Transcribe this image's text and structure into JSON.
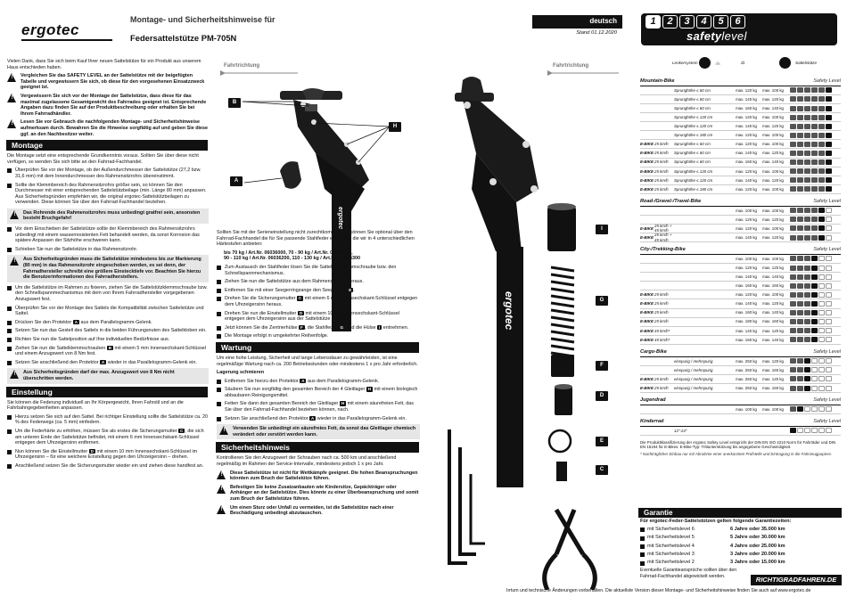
{
  "header": {
    "logo": "ergotec",
    "title": "Montage- und Sicherheitshinweise für",
    "subtitle": "Federsattelstütze PM-705N",
    "language": "deutsch",
    "date": "Stand 01.12.2020",
    "safety_numbers": [
      "1",
      "2",
      "3",
      "4",
      "5",
      "6"
    ],
    "safety_word1": "safety",
    "safety_word2": "level"
  },
  "intro": "Vielen Dank, dass Sie sich beim Kauf Ihrer neuen Sattelstütze für ein Produkt aus unserem Haus entschieden haben.",
  "intro_warnings": [
    "Vergleichen Sie das SAFETY LEVEL an der Sattelstütze mit der beigefügten Tabelle und vergewissern Sie sich, ob diese für den vorgesehenen Einsatzzweck geeignet ist.",
    "Vergewissern Sie sich vor der Montage der Sattelstütze, dass diese für das maximal zugelassene Gesamtgewicht des Fahrrades geeignet ist. Entsprechende Angaben dazu finden Sie auf der Produktbeschreibung oder erhalten Sie bei Ihrem Fahrradhändler.",
    "Lesen Sie vor Gebrauch die nachfolgenden Montage- und Sicherheitshinweise aufmerksam durch. Bewahren Sie die Hinweise sorgfältig auf und geben Sie diese ggf. an den Nachbesitzer weiter."
  ],
  "montage": {
    "heading": "Montage",
    "intro": "Die Montage setzt eine entsprechende Grundkenntnis voraus. Sollten Sie über diese nicht verfügen, so wenden Sie sich bitte an den Fahrrad-Fachhandel.",
    "bullets1": [
      "Überprüfen Sie vor der Montage, ob der Außendurchmesser der Sattelstütze (27,2 bzw. 31,6 mm) mit dem Innendurchmesser des Rahmensitzrohrs übereinstimmt.",
      "Sollte der Klemmbereich des Rahmensitzrohrs größer sein, so können Sie den Durchmesser mit einer entsprechenden Sattelstützbeilage (min. Länge 80 mm) anpassen. Aus Sicherheitsgründen empfehlen wir, die original ergotec-Sattelstützbeilagen zu verwenden. Diese können Sie über den Fahrrad-Fachhandel beziehen."
    ],
    "warn1": "Das Rohrende des Rahmensitzrohrs muss unbedingt gratfrei sein, ansonsten besteht Bruchgefahr!",
    "bullets2": [
      "Vor dem Einschieben der Sattelstütze sollte der Klemmbereich des Rahmensitzrohrs unbedingt mit einem wasserresistenten Fett behandelt werden, da sonst Korrosion das spätere Anpassen der Sitzhöhe erschweren kann.",
      "Schieben Sie nun die Sattelstütze in das Rahmensitzrohr."
    ],
    "warn2": "Aus Sicherheitsgründen muss die Sattelstütze mindestens bis zur Markierung (80 mm) in das Rahmensitzrohr eingeschoben werden, es sei denn, der Fahrradhersteller schreibt eine größere Einstecktiefe vor. Beachten Sie hierzu die Benutzerinformationen des Fahrradherstellers.",
    "bullets3": [
      "Um die Sattelstütze im Rahmen zu fixieren, ziehen Sie die Sattelstützklemmschraube bzw. den Schnellspannmechanismus mit dem von Ihrem Fahrradhersteller vorgegebenen Anzugswert fest.",
      "Überprüfen Sie vor der Montage des Sattels die Kompatibilität zwischen Sattelstütze und Sattel.",
      "Drücken Sie den Protektor A aus dem Parallelogramm-Gelenk.",
      "Setzen Sie nun das Gestell des Sattels in die beiden Führungsnuten des Sattelkloben ein.",
      "Richten Sie nun die Sattelposition auf Ihre individuellen Bedürfnisse aus.",
      "Ziehen Sie nun die Sattelklemmschrauben B mit einem 5 mm Innensechskant-Schlüssel und einem Anzugswert von 8 Nm fest.",
      "Setzen Sie anschließend den Protektor A wieder in das Parallelogramm-Gelenk ein."
    ],
    "warn3": "Aus Sicherheitsgründen darf der max. Anzugswert von 8 Nm nicht überschritten werden."
  },
  "einstellung": {
    "heading": "Einstellung",
    "intro": "Sie können die Federung individuell an Ihr Körpergewicht, Ihren Fahrstil und an die Fahrbahngegebenheiten anpassen.",
    "bullets": [
      "Hierzu setzen Sie sich auf den Sattel. Bei richtiger Einstellung sollte die Sattelstütze ca. 20 % des Federwegs (ca. 5 mm) einfedern.",
      "Um die Federhärte zu erhöhen, müssen Sie als erstes die Sicherungsmutter C, die sich am unteren Ende der Sattelstütze befindet, mit einem 6 mm Innensechskant-Schlüssel entgegen dem Uhrzeigersinn entfernen.",
      "Nun können Sie die Einstellmutter D mit einem 10 mm Innensechskant-Schlüssel im Uhrzeigersinn – für eine weichere Einstellung gegen den Uhrzeigersinn – drehen.",
      "Anschließend setzen Sie die Sicherungsmutter wieder ein und ziehen diese handfest an."
    ]
  },
  "middle": {
    "intro": "Sollten Sie mit der Serieneinstellung nicht zurechtkommen, so können Sie optional über den Fahrrad-Fachhandel die für Sie passende Stahlfeder erwerben, die wir in 4 unterschiedlichen Härtestufen anbieten:",
    "springs": [
      "bis 70 kg / Art.Nr. 06036000, 70 - 90 kg / Art.Nr. 06036100,",
      "90 - 110 kg / Art.Nr. 06036200, 110 - 130 kg / Art.Nr. 06036300"
    ],
    "bullets": [
      "Zum Austausch der Stahlfeder lösen Sie die Sattelstützklemmschraube bzw. den Schnellspannmechanismus.",
      "Ziehen Sie nun die Sattelstütze aus dem Rahmensitzrohr heraus.",
      "Entfernen Sie mit einer Seegerringzange den Seegerring E.",
      "Drehen Sie die Sicherungsmutter C mit einem 6 mm Innensechskant-Schlüssel entgegen dem Uhrzeigersinn heraus.",
      "Drehen Sie nun die Einstellmutter D mit einem 10 mm Innensechskant-Schlüssel entgegen dem Uhrzeigersinn aus der Sattelstütze heraus.",
      "Jetzt können Sie die Zentrierhülse F, die Stahlfeder G und die Hülse I entnehmen.",
      "Die Montage erfolgt in umgekehrter Reihenfolge."
    ],
    "wartung_heading": "Wartung",
    "wartung_intro": "Um eine hohe Leistung, Sicherheit und lange Lebensdauer zu gewährleisten, ist eine regelmäßige Wartung nach ca. 200 Betriebsstunden oder mindestens 1 x pro Jahr erforderlich.",
    "lagerung": "Lagerung schmieren",
    "lagerung_bullets": [
      "Entfernen Sie hierzu den Protektor A aus dem Parallelogramm-Gelenk.",
      "Säubern Sie nun sorgfältig den gesamten Bereich der 4 Gleitlager H mit einem biologisch abbaubaren Reinigungsmittel.",
      "Fetten Sie dann den gesamten Bereich der Gleitlager H mit einem säurefreien Fett, das Sie über den Fahrrad-Fachhandel beziehen können, nach.",
      "Setzen Sie anschließend den Protektor A wieder in das Parallelogramm-Gelenk ein."
    ],
    "warn": "Verwenden Sie unbedingt ein säurefreies Fett, da sonst das Gleitlager chemisch verändert oder zerstört werden kann.",
    "sicher_heading": "Sicherheitshinweis",
    "sicher_intro": "Kontrollieren Sie den Anzugswert der Schrauben nach ca. 500 km und anschließend regelmäßig im Rahmen der Service-Intervalle, mindestens jedoch 1 x pro Jahr.",
    "sicher_warns": [
      "Diese Sattelstütze ist nicht für Wettkämpfe geeignet. Die hohen Beanspruchungen könnten zum Bruch der Sattelstütze führen.",
      "Befestigen Sie keine Zusatzanbauten wie Kindersitze, Gepäckträger oder Anhänger an der Sattelstütze. Dies könnte zu einer Überbeanspruchung und somit zum Bruch der Sattelstütze führen.",
      "Um einen Sturz oder Unfall zu vermeiden, ist die Sattelstütze nach einer Beschädigung unbedingt abzutauschen."
    ]
  },
  "diagram": {
    "direction": "Fahrtrichtung",
    "brand_print": "ergotec",
    "labels": [
      "A",
      "B",
      "H",
      "I",
      "G",
      "F",
      "D",
      "E",
      "C"
    ]
  },
  "legend": {
    "left": "Lenkersystem",
    "right": "Sattelstütze"
  },
  "tables": [
    {
      "cat": "Mountain-Bike",
      "sl": "Safety Level",
      "rows": [
        [
          "",
          "",
          "Sprunghöhe ≤ 60 cm",
          "max. 120 kg",
          "max. 100 kg",
          6
        ],
        [
          "",
          "",
          "Sprunghöhe ≤ 60 cm",
          "max. 140 kg",
          "max. 120 kg",
          6
        ],
        [
          "",
          "",
          "Sprunghöhe ≤ 60 cm",
          "max. 160 kg",
          "max. 140 kg",
          6
        ],
        [
          "",
          "",
          "Sprunghöhe ≤ 120 cm",
          "max. 120 kg",
          "max. 100 kg",
          6
        ],
        [
          "",
          "",
          "Sprunghöhe ≤ 120 cm",
          "max. 140 kg",
          "max. 120 kg",
          6
        ],
        [
          "",
          "",
          "Sprunghöhe ≤ 180 cm",
          "max. 120 kg",
          "max. 100 kg",
          6
        ],
        [
          "E-BIKE",
          "25 km/h",
          "Sprunghöhe ≤ 60 cm",
          "max. 120 kg",
          "max. 100 kg",
          6
        ],
        [
          "E-BIKE",
          "25 km/h",
          "Sprunghöhe ≤ 60 cm",
          "max. 140 kg",
          "max. 120 kg",
          6
        ],
        [
          "E-BIKE",
          "25 km/h",
          "Sprunghöhe ≤ 60 cm",
          "max. 160 kg",
          "max. 140 kg",
          6
        ],
        [
          "E-BIKE",
          "25 km/h",
          "Sprunghöhe ≤ 120 cm",
          "max. 120 kg",
          "max. 100 kg",
          6
        ],
        [
          "E-BIKE",
          "25 km/h",
          "Sprunghöhe ≤ 120 cm",
          "max. 140 kg",
          "max. 120 kg",
          6
        ],
        [
          "E-BIKE",
          "25 km/h",
          "Sprunghöhe ≤ 180 cm",
          "max. 120 kg",
          "max. 100 kg",
          6
        ]
      ]
    },
    {
      "cat": "Road-/Gravel-/Travel-Bike",
      "sl": "Safety Level",
      "rows": [
        [
          "",
          "",
          "",
          "max. 100 kg",
          "max. 100 kg",
          5
        ],
        [
          "",
          "",
          "",
          "max. 120 kg",
          "max. 120 kg",
          5
        ],
        [
          "E-BIKE",
          "25 km/h + 45 km/h",
          "",
          "max. 120 kg",
          "max. 100 kg",
          5
        ],
        [
          "E-BIKE",
          "25 km/h + 45 km/h",
          "",
          "max. 140 kg",
          "max. 120 kg",
          5
        ]
      ]
    },
    {
      "cat": "City-/Trekking-Bike",
      "sl": "Safety Level",
      "rows": [
        [
          "",
          "",
          "",
          "max. 100 kg",
          "max. 100 kg",
          4
        ],
        [
          "",
          "",
          "",
          "max. 120 kg",
          "max. 120 kg",
          4
        ],
        [
          "",
          "",
          "",
          "max. 140 kg",
          "max. 140 kg",
          4
        ],
        [
          "",
          "",
          "",
          "max. 160 kg",
          "max. 160 kg",
          4
        ],
        [
          "E-BIKE",
          "25 km/h",
          "",
          "max. 120 kg",
          "max. 100 kg",
          4
        ],
        [
          "E-BIKE",
          "25 km/h",
          "",
          "max. 140 kg",
          "max. 120 kg",
          4
        ],
        [
          "E-BIKE",
          "25 km/h",
          "",
          "max. 160 kg",
          "max. 140 kg",
          4
        ],
        [
          "E-BIKE",
          "25 km/h",
          "",
          "max. 180 kg",
          "max. 160 kg",
          4
        ],
        [
          "E-BIKE",
          "45 km/h*",
          "",
          "max. 140 kg",
          "max. 120 kg",
          4
        ],
        [
          "E-BIKE",
          "45 km/h*",
          "",
          "max. 160 kg",
          "max. 140 kg",
          4
        ]
      ]
    },
    {
      "cat": "Cargo-Bike",
      "sl": "Safety Level",
      "rows": [
        [
          "",
          "",
          "einspurig / mehrspurig",
          "max. 250 kg",
          "max. 120 kg",
          3
        ],
        [
          "",
          "",
          "einspurig / mehrspurig",
          "max. 250 kg",
          "max. 160 kg",
          3
        ],
        [
          "E-BIKE",
          "25 km/h",
          "einspurig / mehrspurig",
          "max. 250 kg",
          "max. 120 kg",
          3
        ],
        [
          "E-BIKE",
          "25 km/h",
          "einspurig / mehrspurig",
          "max. 250 kg",
          "max. 160 kg",
          3
        ]
      ]
    },
    {
      "cat": "Jugendrad",
      "sl": "Safety Level",
      "rows": [
        [
          "",
          "",
          "",
          "max. 100 kg",
          "max. 100 kg",
          2
        ]
      ]
    },
    {
      "cat": "Kinderrad",
      "sl": "Safety Level",
      "rows": [
        [
          "",
          "",
          "12\"-24\"",
          "",
          "",
          1
        ]
      ]
    }
  ],
  "table_note": "Die Produktklassifizierung der ergotec Safety Level entspricht der DIN EN ISO 4210 Norm für Fahrräder und DIN EN 15194 für E-Bikes. E-Bike-Typ: Trittunterstützung bis angegebene Geschwindigkeit.",
  "table_note2": "* Nachträglicher Einbau nur mit Abnahme einer anerkannten Prüfstelle und Eintragung in die Fahrzeugpapiere.",
  "garantie": {
    "heading": "Garantie",
    "intro": "Für ergotec-Feder-Sattelstützen gelten folgende Garantiezeiten:",
    "rows": [
      [
        "mit Sicherheitslevel 6",
        "6 Jahre oder 35.000 km"
      ],
      [
        "mit Sicherheitslevel 5",
        "5 Jahre oder 30.000 km"
      ],
      [
        "mit Sicherheitslevel 4",
        "4 Jahre oder 25.000 km"
      ],
      [
        "mit Sicherheitslevel 3",
        "3 Jahre oder 20.000 km"
      ],
      [
        "mit Sicherheitslevel 2",
        "3 Jahre oder 15.000 km"
      ]
    ],
    "note": "Eventuelle Garantieansprüche sollten über den Fahrrad-Fachhandel abgewickelt werden."
  },
  "brand_url": "RICHTIGRADFAHREN.DE",
  "footer": "Irrtum und technische Änderungen vorbehalten. Die aktuellste Version dieser Montage- und Sicherheitshinweise finden Sie auch auf www.ergotec.de"
}
